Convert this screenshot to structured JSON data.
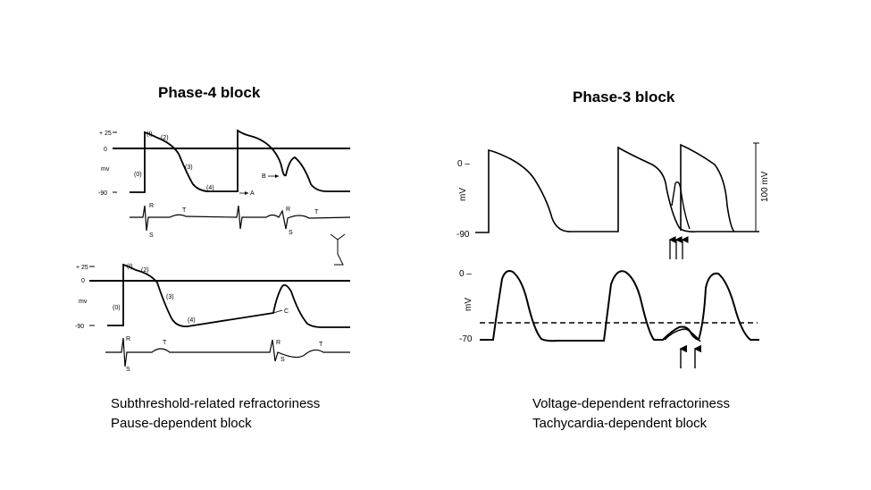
{
  "left_panel": {
    "title": "Phase-4 block",
    "caption_lines": [
      "Subthreshold-related refractoriness",
      "Pause-dependent block"
    ],
    "top_trace": {
      "axis": {
        "plus": "+ 25",
        "zero": "0",
        "unit": "mv",
        "minus": "-90"
      },
      "phase_labels": [
        "(I)",
        "(2)",
        "(0)",
        "(3)",
        "(4)"
      ],
      "markers": [
        "A",
        "B"
      ],
      "ecg_labels": [
        "R",
        "S",
        "T",
        "R",
        "S",
        "T"
      ]
    },
    "bottom_trace": {
      "axis": {
        "plus": "+ 25",
        "zero": "0",
        "unit": "mv",
        "minus": "-90"
      },
      "phase_labels": [
        "(I)",
        "(2)",
        "(0)",
        "(3)",
        "(4)"
      ],
      "markers": [
        "C"
      ],
      "ecg_labels": [
        "R",
        "S",
        "T",
        "R",
        "S",
        "T"
      ]
    }
  },
  "right_panel": {
    "title": "Phase-3 block",
    "caption_lines": [
      "Voltage-dependent refractoriness",
      "Tachycardia-dependent block"
    ],
    "top_trace": {
      "zero": "0 –",
      "minus": "-90",
      "unit": "mV",
      "scale": "100 mV"
    },
    "bottom_trace": {
      "zero": "0 –",
      "minus": "-70",
      "unit": "mV"
    }
  }
}
